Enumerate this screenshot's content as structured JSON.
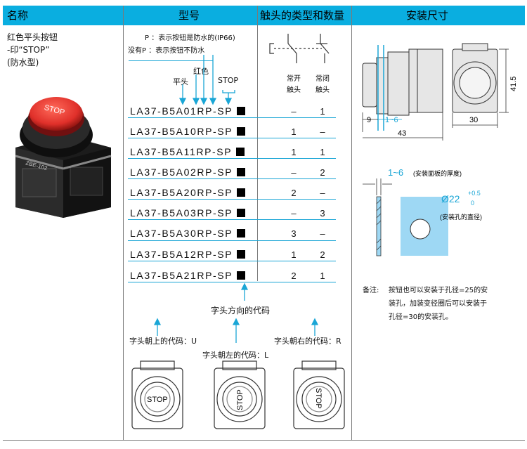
{
  "header": {
    "col_name": "名称",
    "col_model": "型号",
    "col_contacts": "触头的类型和数量",
    "col_dims": "安装尺寸"
  },
  "product": {
    "name_line1": "红色平头按钮",
    "name_line2": "-印“STOP”",
    "name_line3": "(防水型)",
    "cap_text": "STOP",
    "body_text": "ZBE-102"
  },
  "legend": {
    "p_line": "P ：表示按钮是防水的(IP66)",
    "nop_line": "没有P ：表示按钮不防水",
    "flat": "平头",
    "red": "红色",
    "stop": "STOP"
  },
  "contacts": {
    "no_label1": "常开",
    "no_label2": "触头",
    "nc_label1": "常闭",
    "nc_label2": "触头"
  },
  "models": [
    {
      "code": "LA37-B5A01RP-SP",
      "no": "–",
      "nc": "1"
    },
    {
      "code": "LA37-B5A10RP-SP",
      "no": "1",
      "nc": "–"
    },
    {
      "code": "LA37-B5A11RP-SP",
      "no": "1",
      "nc": "1"
    },
    {
      "code": "LA37-B5A02RP-SP",
      "no": "–",
      "nc": "2"
    },
    {
      "code": "LA37-B5A20RP-SP",
      "no": "2",
      "nc": "–"
    },
    {
      "code": "LA37-B5A03RP-SP",
      "no": "–",
      "nc": "3"
    },
    {
      "code": "LA37-B5A30RP-SP",
      "no": "3",
      "nc": "–"
    },
    {
      "code": "LA37-B5A12RP-SP",
      "no": "1",
      "nc": "2"
    },
    {
      "code": "LA37-B5A21RP-SP",
      "no": "2",
      "nc": "1"
    }
  ],
  "orientation": {
    "direction_code": "字头方向的代码",
    "up": "字头朝上的代码：U",
    "left": "字头朝左的代码：L",
    "right": "字头朝右的代码：R",
    "stop": "STOP"
  },
  "dims": {
    "d9": "9",
    "d1_6": "1~6",
    "d43": "43",
    "d30": "30",
    "d41_5": "41.5",
    "panel_range": "1~6",
    "panel_label": "(安装面板的厚度)",
    "hole_main": "Ø22",
    "hole_tol_up": "+0.5",
    "hole_tol_low": "0",
    "hole_label": "(安装孔的直径)"
  },
  "note": {
    "label": "备注:",
    "line1": "按钮也可以安装于孔径=25的安",
    "line2": "装孔，加装变径圈后可以安装于",
    "line3": "孔径=30的安装孔。"
  },
  "colors": {
    "header": "#0aaee0",
    "accent": "#1aa6d6",
    "cap_red": "#e0302a",
    "fill_blue": "#9ed8f4"
  }
}
